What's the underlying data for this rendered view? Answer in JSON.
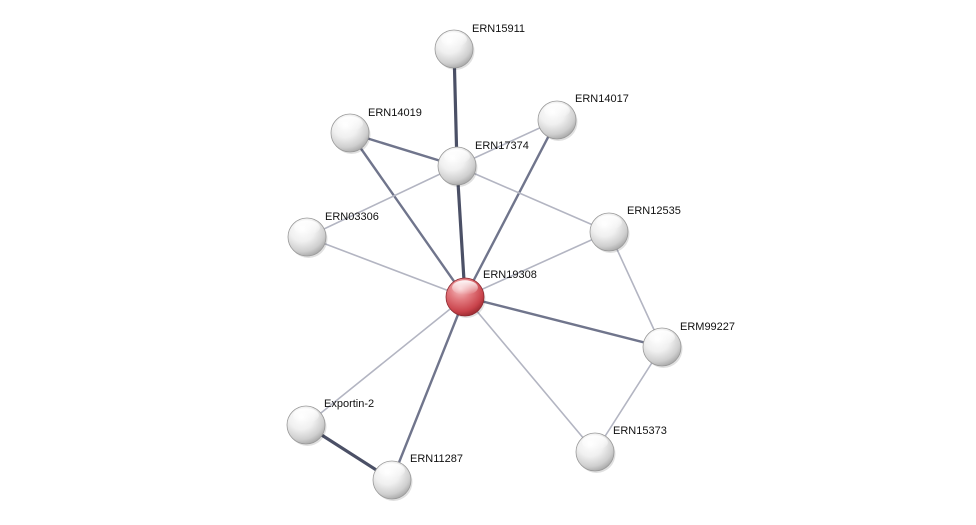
{
  "network": {
    "query_color": "#e0636a",
    "node_color": "#f2f2f2",
    "nodes": [
      {
        "id": "ERN15911",
        "label": "ERN15911",
        "query": false
      },
      {
        "id": "ERN14019",
        "label": "ERN14019",
        "query": false
      },
      {
        "id": "ERN14017",
        "label": "ERN14017",
        "query": false
      },
      {
        "id": "ERN17374",
        "label": "ERN17374",
        "query": false
      },
      {
        "id": "ERN03306",
        "label": "ERN03306",
        "query": false
      },
      {
        "id": "ERN12535",
        "label": "ERN12535",
        "query": false
      },
      {
        "id": "ERN19308",
        "label": "ERN19308",
        "query": true
      },
      {
        "id": "ERM99227",
        "label": "ERM99227",
        "query": false
      },
      {
        "id": "Exportin-2",
        "label": "Exportin-2",
        "query": false
      },
      {
        "id": "ERN15373",
        "label": "ERN15373",
        "query": false
      },
      {
        "id": "ERN11287",
        "label": "ERN11287",
        "query": false
      }
    ],
    "edges": [
      {
        "source": "ERN15911",
        "target": "ERN17374",
        "strength": "strong"
      },
      {
        "source": "ERN17374",
        "target": "ERN19308",
        "strength": "strong"
      },
      {
        "source": "ERN14019",
        "target": "ERN17374",
        "strength": "medium"
      },
      {
        "source": "ERN14019",
        "target": "ERN19308",
        "strength": "medium"
      },
      {
        "source": "ERN14017",
        "target": "ERN19308",
        "strength": "medium"
      },
      {
        "source": "ERN14017",
        "target": "ERN17374",
        "strength": "weak"
      },
      {
        "source": "ERN03306",
        "target": "ERN17374",
        "strength": "weak"
      },
      {
        "source": "ERN03306",
        "target": "ERN19308",
        "strength": "weak"
      },
      {
        "source": "ERN17374",
        "target": "ERN12535",
        "strength": "weak"
      },
      {
        "source": "ERN12535",
        "target": "ERN19308",
        "strength": "weak"
      },
      {
        "source": "ERN12535",
        "target": "ERM99227",
        "strength": "weak"
      },
      {
        "source": "ERN19308",
        "target": "ERM99227",
        "strength": "medium"
      },
      {
        "source": "ERM99227",
        "target": "ERN15373",
        "strength": "weak"
      },
      {
        "source": "ERN19308",
        "target": "ERN15373",
        "strength": "weak"
      },
      {
        "source": "ERN19308",
        "target": "Exportin-2",
        "strength": "weak"
      },
      {
        "source": "ERN19308",
        "target": "ERN11287",
        "strength": "medium"
      },
      {
        "source": "Exportin-2",
        "target": "ERN11287",
        "strength": "strong"
      }
    ]
  }
}
